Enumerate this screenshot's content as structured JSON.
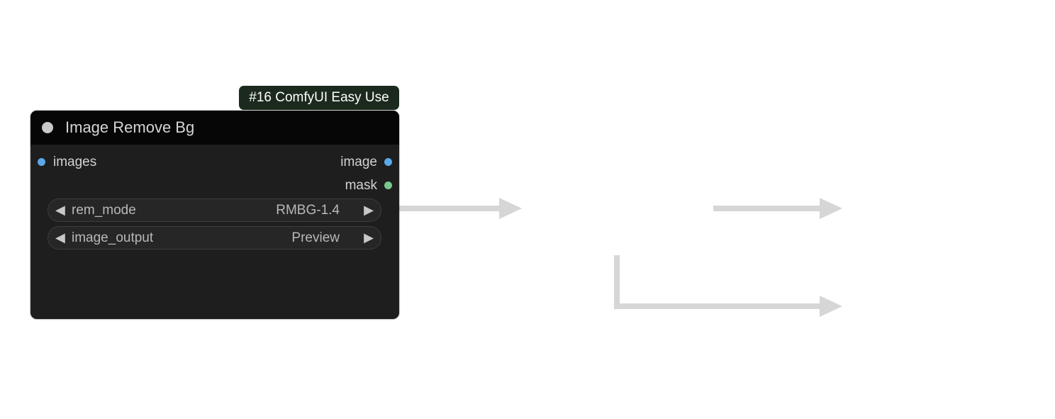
{
  "badge": {
    "label": "#16 ComfyUI Easy Use"
  },
  "node": {
    "title": "Image Remove Bg",
    "inputs": [
      {
        "label": "images",
        "color": "#5aa8e8"
      }
    ],
    "outputs": [
      {
        "label": "image",
        "color": "#5aa8e8"
      },
      {
        "label": "mask",
        "color": "#77c98a"
      }
    ],
    "widgets": [
      {
        "name": "rem_mode",
        "value": "RMBG-1.4"
      },
      {
        "name": "image_output",
        "value": "Preview"
      }
    ]
  },
  "icons": {
    "arrow_left": "◀",
    "arrow_right": "▶",
    "collapse": "collapse-dot-icon",
    "connectors": "flow-arrow-icon"
  },
  "colors": {
    "node_body": "#1e1e1e",
    "node_header": "#060606",
    "badge_bg": "#1c2a1e",
    "connector": "#d6d6d6"
  }
}
